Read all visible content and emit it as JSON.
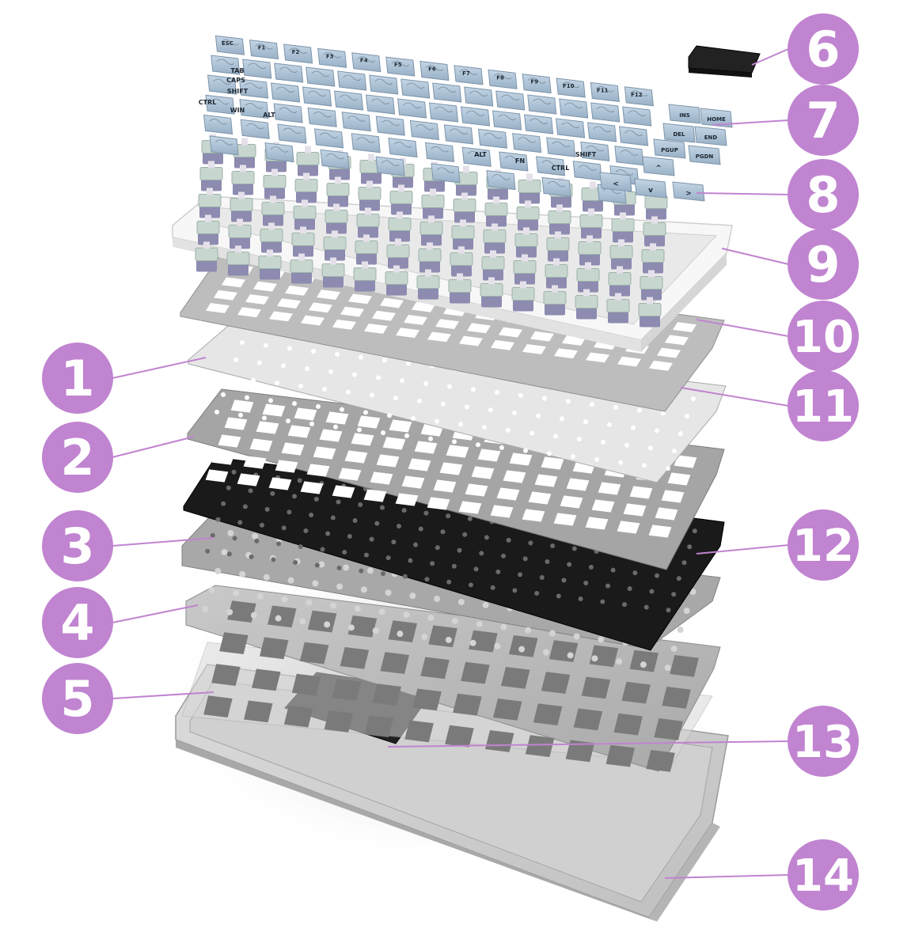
{
  "callouts": [
    {
      "id": "1",
      "label": "1"
    },
    {
      "id": "2",
      "label": "2"
    },
    {
      "id": "3",
      "label": "3"
    },
    {
      "id": "4",
      "label": "4"
    },
    {
      "id": "5",
      "label": "5"
    },
    {
      "id": "6",
      "label": "6"
    },
    {
      "id": "7",
      "label": "7"
    },
    {
      "id": "8",
      "label": "8"
    },
    {
      "id": "9",
      "label": "9"
    },
    {
      "id": "10",
      "label": "10"
    },
    {
      "id": "11",
      "label": "11"
    },
    {
      "id": "12",
      "label": "12"
    },
    {
      "id": "13",
      "label": "13"
    },
    {
      "id": "14",
      "label": "14"
    }
  ],
  "keycaps": {
    "row0": [
      "ESC",
      "F1",
      "F2",
      "F3",
      "F4",
      "F5",
      "F6",
      "F7",
      "F8",
      "F9",
      "F10",
      "F11",
      "F12"
    ],
    "row_mods_left": [
      "TAB",
      "CAPS",
      "SHIFT",
      "CTRL",
      "WIN",
      "ALT"
    ],
    "row_mods_right": [
      "ALT",
      "FN",
      "CTRL",
      "SHIFT"
    ],
    "nav": [
      "INS",
      "HOME",
      "DEL",
      "END",
      "PGUP",
      "PGDN"
    ],
    "arrows": [
      "<",
      "v",
      ">",
      "^"
    ]
  },
  "colors": {
    "accent": "#c084d0",
    "keycap": "#a9bfd3",
    "plate": "#b9b9b9",
    "frame": "#f3f3f3",
    "pcb": "#1b1b1b"
  }
}
